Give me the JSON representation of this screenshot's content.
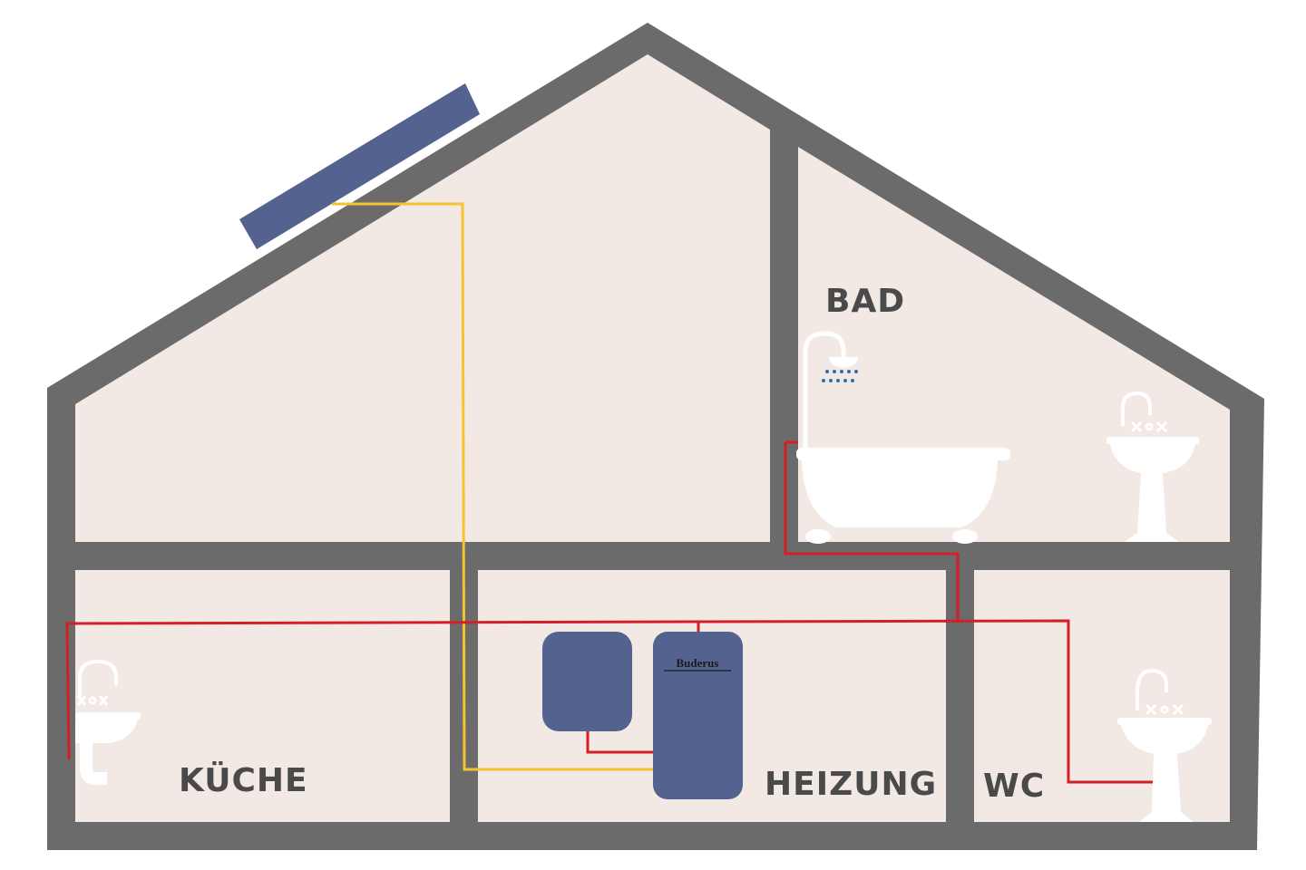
{
  "rooms": {
    "bad": "BAD",
    "kueche": "KÜCHE",
    "heizung": "HEIZUNG",
    "wc": "WC"
  },
  "boiler_brand": "Buderus",
  "colors": {
    "wall": "#6b6b6b",
    "room_fill": "#f2e9e5",
    "tank": "#53628f",
    "hot_water_pipe": "#d31f26",
    "solar_pipe": "#f4c430",
    "fixture": "#ffffff",
    "shower_drops": "#2f6fb3"
  },
  "icons": [
    "solar-panel-icon",
    "shower-icon",
    "bathtub-icon",
    "washbasin-icon",
    "kitchen-sink-icon",
    "boiler-icon",
    "buffer-tank-icon"
  ]
}
